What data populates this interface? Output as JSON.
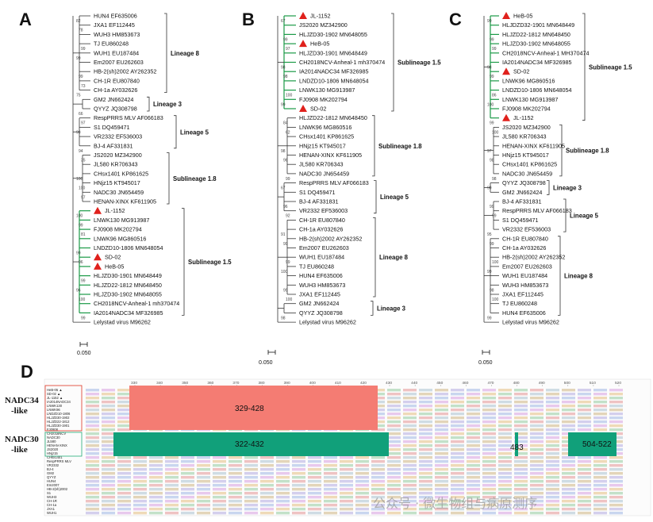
{
  "panels": {
    "A": {
      "letter": "A",
      "scale_label": "0.050",
      "leaves": [
        {
          "name": "HUN4 EF635006",
          "mark": ""
        },
        {
          "name": "JXA1 EF112445",
          "mark": ""
        },
        {
          "name": "WUH3 HM853673",
          "mark": ""
        },
        {
          "name": "TJ EU860248",
          "mark": ""
        },
        {
          "name": "WUH1 EU187484",
          "mark": ""
        },
        {
          "name": "Em2007 EU262603",
          "mark": ""
        },
        {
          "name": "HB-2(sh)2002 AY262352",
          "mark": ""
        },
        {
          "name": "CH-1R EU807840",
          "mark": ""
        },
        {
          "name": "CH-1a AY032626",
          "mark": ""
        },
        {
          "name": "GM2 JN662424",
          "mark": ""
        },
        {
          "name": "QYYZ JQ308798",
          "mark": ""
        },
        {
          "name": "RespPRRS MLV AF066183",
          "mark": ""
        },
        {
          "name": "S1 DQ459471",
          "mark": ""
        },
        {
          "name": "VR2332 EF536003",
          "mark": ""
        },
        {
          "name": "BJ-4 AF331831",
          "mark": ""
        },
        {
          "name": "JS2020 MZ342900",
          "mark": ""
        },
        {
          "name": "JL580 KR706343",
          "mark": ""
        },
        {
          "name": "CHsx1401 KP861625",
          "mark": ""
        },
        {
          "name": "HNjz15 KT945017",
          "mark": ""
        },
        {
          "name": "NADC30 JN654459",
          "mark": ""
        },
        {
          "name": "HENAN-XINX KF611905",
          "mark": ""
        },
        {
          "name": "JL-1152",
          "mark": "triangle"
        },
        {
          "name": "LNWK130 MG913987",
          "mark": ""
        },
        {
          "name": "FJ0908 MK202794",
          "mark": ""
        },
        {
          "name": "LNWK96 MG860516",
          "mark": ""
        },
        {
          "name": "LNDZD10-1806 MN648054",
          "mark": ""
        },
        {
          "name": "SD-02",
          "mark": "triangle"
        },
        {
          "name": "HeB-05",
          "mark": "triangle"
        },
        {
          "name": "HLJZD30-1901 MN648449",
          "mark": ""
        },
        {
          "name": "HLJZD22-1812 MN648450",
          "mark": ""
        },
        {
          "name": "HLJZD30-1902 MN648055",
          "mark": ""
        },
        {
          "name": "CH2018NCV-Anheal-1 mh370474",
          "mark": ""
        },
        {
          "name": "IA2014NADC34 MF326985",
          "mark": ""
        },
        {
          "name": "Lelystad virus M96262",
          "mark": ""
        }
      ],
      "lineages": [
        {
          "label": "Lineage 8"
        },
        {
          "label": "Lineage 3"
        },
        {
          "label": "Lineage 5"
        },
        {
          "label": "Sublineage 1.8"
        },
        {
          "label": "Sublineage 1.5"
        }
      ],
      "bootstraps": [
        "82",
        "78",
        "99",
        "99",
        "99",
        "73",
        "75",
        "66",
        "97",
        "99",
        "94",
        "35",
        "100",
        "100",
        "97",
        "100",
        "99",
        "81",
        "99",
        "96",
        "99",
        "96",
        "100",
        "99"
      ]
    },
    "B": {
      "letter": "B",
      "scale_label": "0.050",
      "leaves": [
        {
          "name": "JL-1152",
          "mark": "triangle"
        },
        {
          "name": "JS2020 MZ342900",
          "mark": ""
        },
        {
          "name": "HLJZD30-1902 MN648055",
          "mark": ""
        },
        {
          "name": "HeB-05",
          "mark": "triangle"
        },
        {
          "name": "HLJZD30-1901 MN648449",
          "mark": ""
        },
        {
          "name": "CH2018NCV-Anheal-1 mh370474",
          "mark": ""
        },
        {
          "name": "IA2014NADC34 MF326985",
          "mark": ""
        },
        {
          "name": "LNDZD10-1806 MN648054",
          "mark": ""
        },
        {
          "name": "LNWK130 MG913987",
          "mark": ""
        },
        {
          "name": "FJ0908 MK202794",
          "mark": ""
        },
        {
          "name": "SD-02",
          "mark": "triangle"
        },
        {
          "name": "HLJZD22-1812 MN648450",
          "mark": ""
        },
        {
          "name": "LNWK96 MG860516",
          "mark": ""
        },
        {
          "name": "CHsx1401 KP861625",
          "mark": ""
        },
        {
          "name": "HNjz15 KT945017",
          "mark": ""
        },
        {
          "name": "HENAN-XINX KF611905",
          "mark": ""
        },
        {
          "name": "JL580 KR706343",
          "mark": ""
        },
        {
          "name": "NADC30 JN654459",
          "mark": ""
        },
        {
          "name": "RespPRRS MLV AF066183",
          "mark": ""
        },
        {
          "name": "S1 DQ459471",
          "mark": ""
        },
        {
          "name": "BJ-4 AF331831",
          "mark": ""
        },
        {
          "name": "VR2332 EF536003",
          "mark": ""
        },
        {
          "name": "CH-1R EU807840",
          "mark": ""
        },
        {
          "name": "CH-1a AY032626",
          "mark": ""
        },
        {
          "name": "HB-2(sh)2002 AY262352",
          "mark": ""
        },
        {
          "name": "Em2007 EU262603",
          "mark": ""
        },
        {
          "name": "WUH1 EU187484",
          "mark": ""
        },
        {
          "name": "TJ EU860248",
          "mark": ""
        },
        {
          "name": "HUN4 EF635006",
          "mark": ""
        },
        {
          "name": "WUH3 HM853673",
          "mark": ""
        },
        {
          "name": "JXA1 EF112445",
          "mark": ""
        },
        {
          "name": "GM2 JN662424",
          "mark": ""
        },
        {
          "name": "QYYZ JQ308798",
          "mark": ""
        },
        {
          "name": "Lelystad virus M96262",
          "mark": ""
        }
      ],
      "lineages": [
        {
          "label": "Sublineage 1.5"
        },
        {
          "label": "Sublineage 1.8"
        },
        {
          "label": "Lineage 5"
        },
        {
          "label": "Lineage 8"
        },
        {
          "label": "Lineage 3"
        }
      ],
      "bootstraps": [
        "67",
        "99",
        "97",
        "98",
        "98",
        "100",
        "99",
        "84",
        "62",
        "98",
        "96",
        "99",
        "67",
        "96",
        "92",
        "91",
        "99",
        "99",
        "100",
        "99",
        "100",
        "98"
      ]
    },
    "C": {
      "letter": "C",
      "scale_label": "0.050",
      "leaves": [
        {
          "name": "HeB-05",
          "mark": "triangle"
        },
        {
          "name": "HLJDZD32-1901 MN648449",
          "mark": ""
        },
        {
          "name": "HLJZD22-1812 MN648450",
          "mark": ""
        },
        {
          "name": "HLJZD30-1902 MN648055",
          "mark": ""
        },
        {
          "name": "CH2018NCV-Anheal-1 MH370474",
          "mark": ""
        },
        {
          "name": "IA2014NADC34 MF326985",
          "mark": ""
        },
        {
          "name": "SD-02",
          "mark": "triangle"
        },
        {
          "name": "LNWK96 MG860516",
          "mark": ""
        },
        {
          "name": "LNDZD10-1806 MN648054",
          "mark": ""
        },
        {
          "name": "LNWK130 MG913987",
          "mark": ""
        },
        {
          "name": "FJ0908 MK202794",
          "mark": ""
        },
        {
          "name": "JL-1152",
          "mark": "triangle"
        },
        {
          "name": "JS2020 MZ342900",
          "mark": ""
        },
        {
          "name": "JL580 KR706343",
          "mark": ""
        },
        {
          "name": "HENAN-XINX KF611905",
          "mark": ""
        },
        {
          "name": "HNjz15 KT945017",
          "mark": ""
        },
        {
          "name": "CHsx1401 KP861625",
          "mark": ""
        },
        {
          "name": "NADC30 JN654459",
          "mark": ""
        },
        {
          "name": "QYYZ JQ308798",
          "mark": ""
        },
        {
          "name": "GM2 JN662424",
          "mark": ""
        },
        {
          "name": "BJ-4 AF331831",
          "mark": ""
        },
        {
          "name": "RespPRRS MLV AF066183",
          "mark": ""
        },
        {
          "name": "S1 DQ459471",
          "mark": ""
        },
        {
          "name": "VR2332 EF536003",
          "mark": ""
        },
        {
          "name": "CH-1R EU807840",
          "mark": ""
        },
        {
          "name": "CH-1a AY032626",
          "mark": ""
        },
        {
          "name": "HB-2(sh)2002 AY262352",
          "mark": ""
        },
        {
          "name": "Em2007 EU262603",
          "mark": ""
        },
        {
          "name": "WUH1 EU187484",
          "mark": ""
        },
        {
          "name": "WUH3 HM853673",
          "mark": ""
        },
        {
          "name": "JXA1 EF112445",
          "mark": ""
        },
        {
          "name": "TJ EU860248",
          "mark": ""
        },
        {
          "name": "HUN4 EF635006",
          "mark": ""
        },
        {
          "name": "Lelystad virus M96262",
          "mark": ""
        }
      ],
      "lineages": [
        {
          "label": "Sublineage 1.5"
        },
        {
          "label": "Sublineage 1.8"
        },
        {
          "label": "Lineage 3"
        },
        {
          "label": "Lineage 5"
        },
        {
          "label": "Lineage 8"
        }
      ],
      "bootstraps": [
        "99",
        "99",
        "99",
        "98",
        "99",
        "86",
        "100",
        "99",
        "100",
        "97",
        "98",
        "98",
        "99",
        "99",
        "99",
        "95",
        "99",
        "100",
        "99",
        "98",
        "100",
        "99"
      ]
    },
    "D": {
      "letter": "D",
      "ticks": [
        "330",
        "340",
        "350",
        "360",
        "370",
        "380",
        "390",
        "400",
        "410",
        "420",
        "430",
        "440",
        "450",
        "460",
        "470",
        "480",
        "490",
        "500",
        "510",
        "520"
      ],
      "groups": [
        {
          "label_line1": "NADC34",
          "label_line2": "-like"
        },
        {
          "label_line1": "NADC30",
          "label_line2": "-like"
        }
      ],
      "regions": {
        "red": "329-428",
        "green_main": "322-432",
        "green_small": "483",
        "green_right": "504-522"
      },
      "seq_names_group1": [
        "HeB-05 ▲",
        "SD-02 ▲",
        "JL-1152 ▲",
        "IA2014NADC34",
        "LNWK130",
        "LNWK96",
        "LNDZD10-1806",
        "HLJZD30-1902",
        "HLJZD22-1812",
        "HLJZD30-1901",
        "FJ0908",
        "CH2018NCV"
      ],
      "seq_names_group2": [
        "NADC30",
        "JL580",
        "HENAN-XINX",
        "JS2020",
        "HNjz15",
        "CHsx1401"
      ],
      "seq_names_others": [
        "RespPRRS MLV",
        "VR2332",
        "BJ-4",
        "GM2",
        "QYYZ",
        "HUN4",
        "Em2007",
        "HB-2(sh)2002",
        "S1",
        "WUH3",
        "CH-1R",
        "CH-1a",
        "JXA1",
        "WUH1"
      ],
      "colors": {
        "red_region": "#f47c73",
        "green_region": "#11a07a",
        "tree_green": "#1a9a46",
        "triangle": "#e0211c"
      }
    }
  },
  "watermark": "公众号 · 微生物组与病原测序"
}
